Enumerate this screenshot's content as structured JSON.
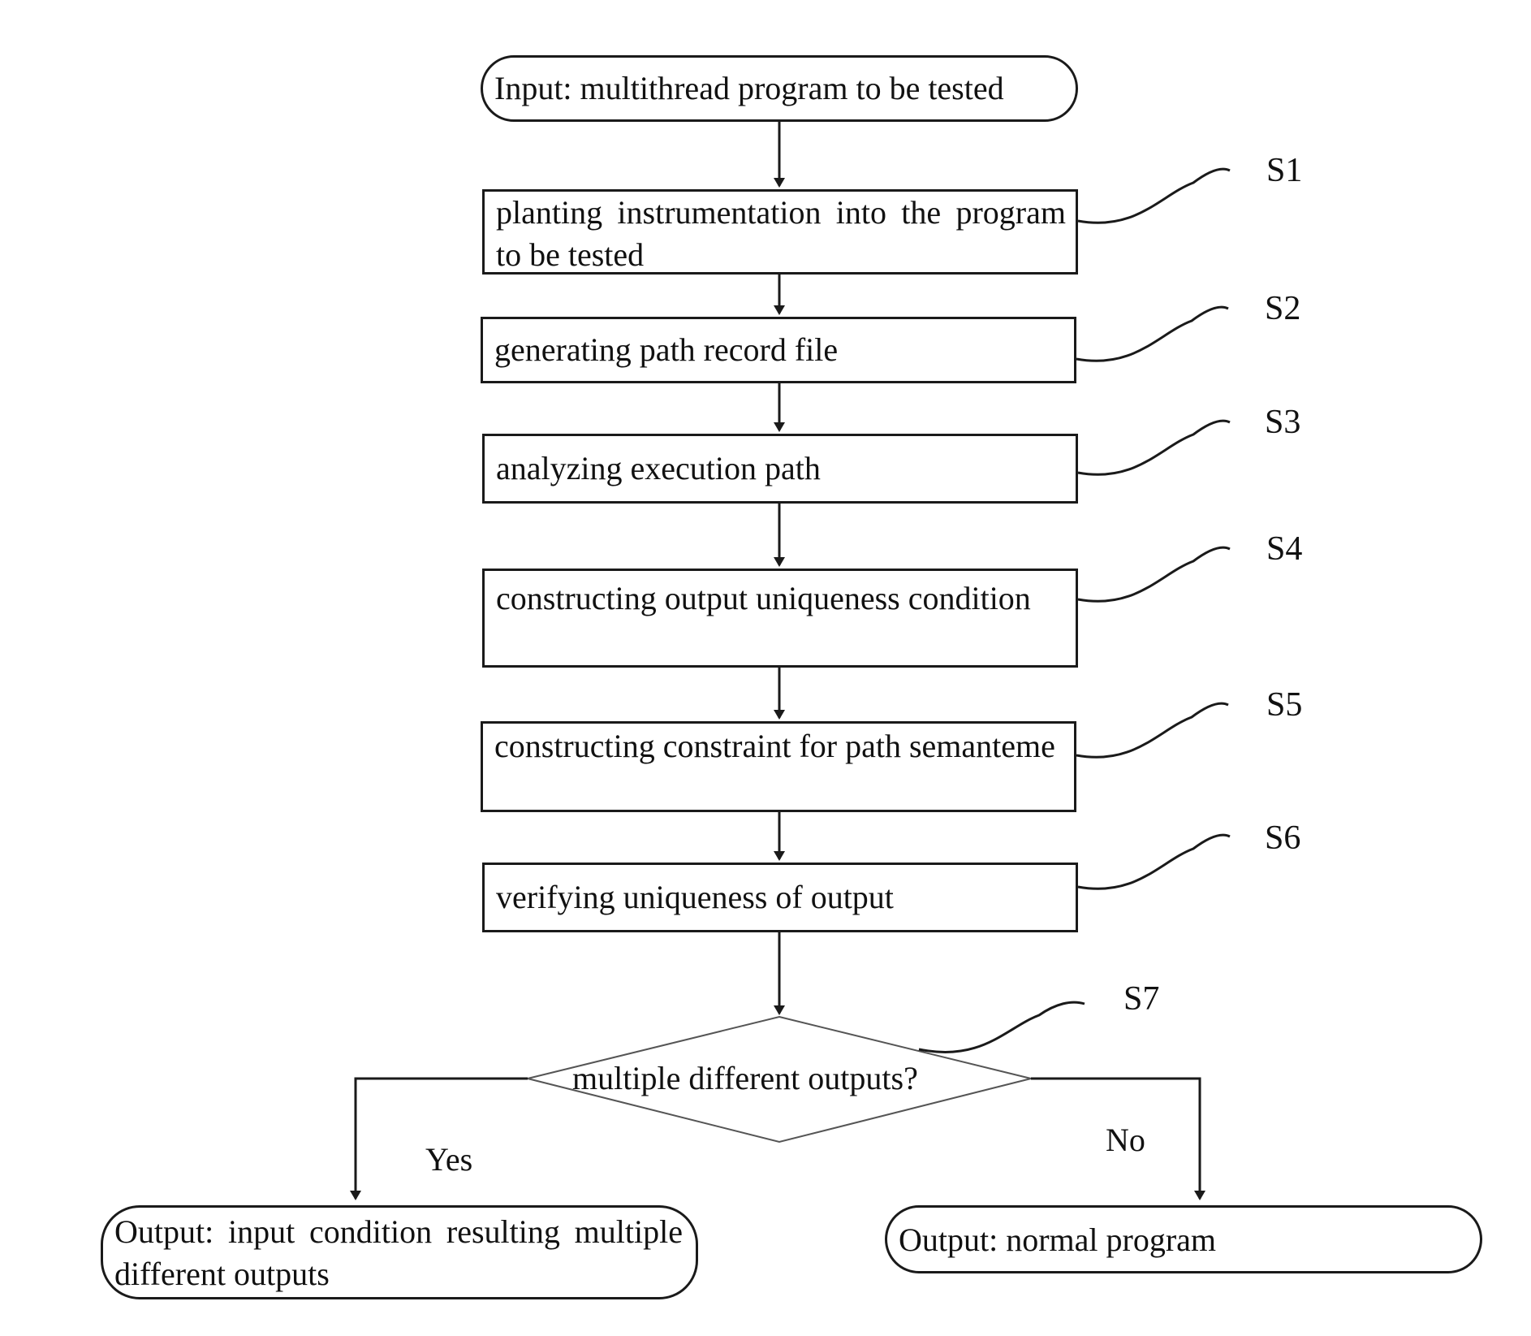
{
  "diagram": {
    "nodes": {
      "input": "Input: multithread program to be tested",
      "s1": "planting instrumentation into the program to be tested",
      "s2": "generating path record file",
      "s3": "analyzing execution path",
      "s4": "constructing output uniqueness condition",
      "s5": "constructing constraint for path semanteme",
      "s6": "verifying uniqueness of output",
      "decision": "multiple different outputs?",
      "output_yes": "Output: input condition resulting multiple different outputs",
      "output_no": "Output: normal program"
    },
    "step_labels": [
      "S1",
      "S2",
      "S3",
      "S4",
      "S5",
      "S6",
      "S7"
    ],
    "branches": {
      "yes": "Yes",
      "no": "No"
    }
  }
}
